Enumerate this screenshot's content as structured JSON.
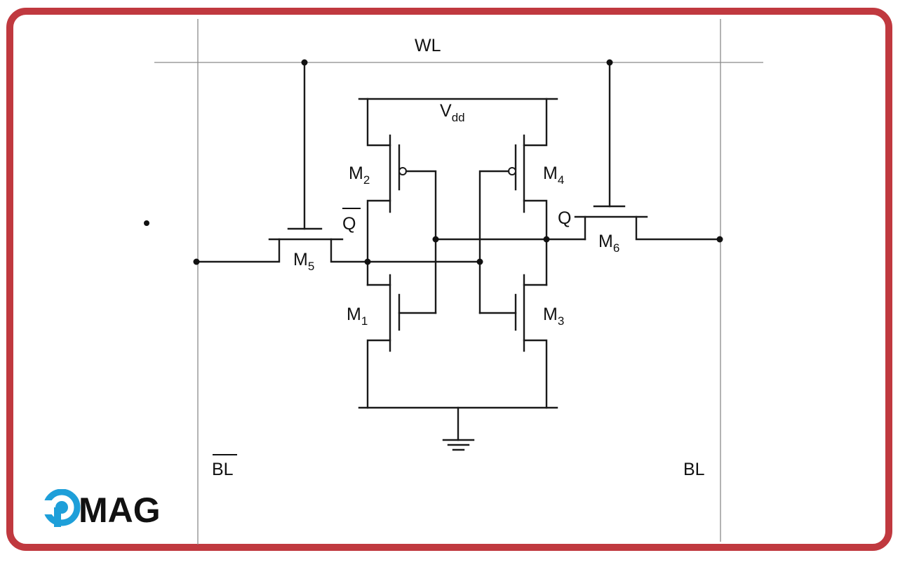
{
  "labels": {
    "wl": "WL",
    "vdd_main": "V",
    "vdd_sub": "dd",
    "m1_main": "M",
    "m1_sub": "1",
    "m2_main": "M",
    "m2_sub": "2",
    "m3_main": "M",
    "m3_sub": "3",
    "m4_main": "M",
    "m4_sub": "4",
    "m5_main": "M",
    "m5_sub": "5",
    "m6_main": "M",
    "m6_sub": "6",
    "q": "Q",
    "q_bar": "Q",
    "bl": "BL",
    "bl_bar": "BL"
  },
  "logo": {
    "text": "MAG",
    "icon": "p-logo-icon",
    "colors": {
      "accent": "#1e9fd9",
      "text": "#111111"
    }
  },
  "colors": {
    "border": "#c0393f",
    "wire": "#1a1a1a",
    "rail": "#8a8a8a"
  }
}
